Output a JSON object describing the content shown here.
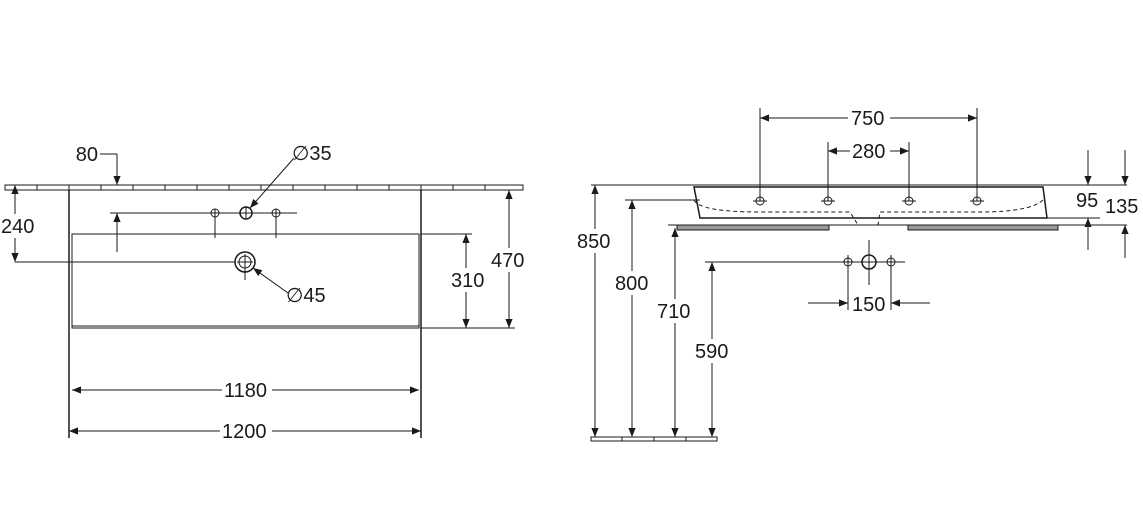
{
  "front_view": {
    "dim_80": "80",
    "dim_35": "∅35",
    "dim_240": "240",
    "dim_45": "∅45",
    "dim_310": "310",
    "dim_470": "470",
    "dim_1180": "1180",
    "dim_1200": "1200"
  },
  "side_view": {
    "dim_750": "750",
    "dim_280": "280",
    "dim_95": "95",
    "dim_135": "135",
    "dim_850": "850",
    "dim_800": "800",
    "dim_710": "710",
    "dim_590": "590",
    "dim_150": "150"
  }
}
